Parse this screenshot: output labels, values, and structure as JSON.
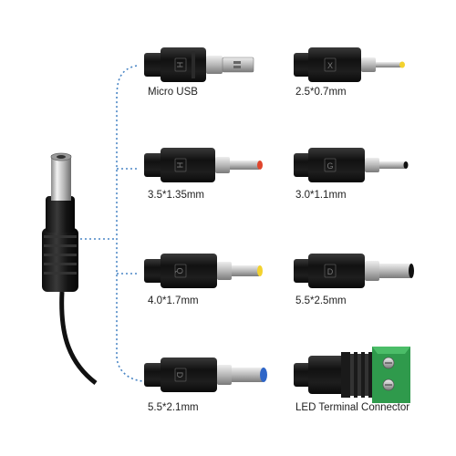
{
  "adapters": [
    {
      "label": "Micro USB",
      "letter": "H",
      "tip": "micro-usb"
    },
    {
      "label": "2.5*0.7mm",
      "letter": "X",
      "tip_color": "#f3d22e"
    },
    {
      "label": "3.5*1.35mm",
      "letter": "H",
      "tip_color": "#e0452c"
    },
    {
      "label": "3.0*1.1mm",
      "letter": "G",
      "tip_color": "#111111"
    },
    {
      "label": "4.0*1.7mm",
      "letter": "Q",
      "tip_color": "#f3d22e"
    },
    {
      "label": "5.5*2.5mm",
      "letter": "D",
      "tip_color": "#111111"
    },
    {
      "label": "5.5*2.1mm",
      "letter": "D",
      "tip_color": "#2f66c8"
    },
    {
      "label": "LED Terminal Connector",
      "tip": "terminal-block",
      "block_color": "#2f9a4c"
    }
  ],
  "colors": {
    "connector_line": "#4a86c5",
    "plastic": "#1a1a1a",
    "metal": "#c7c7c7"
  }
}
